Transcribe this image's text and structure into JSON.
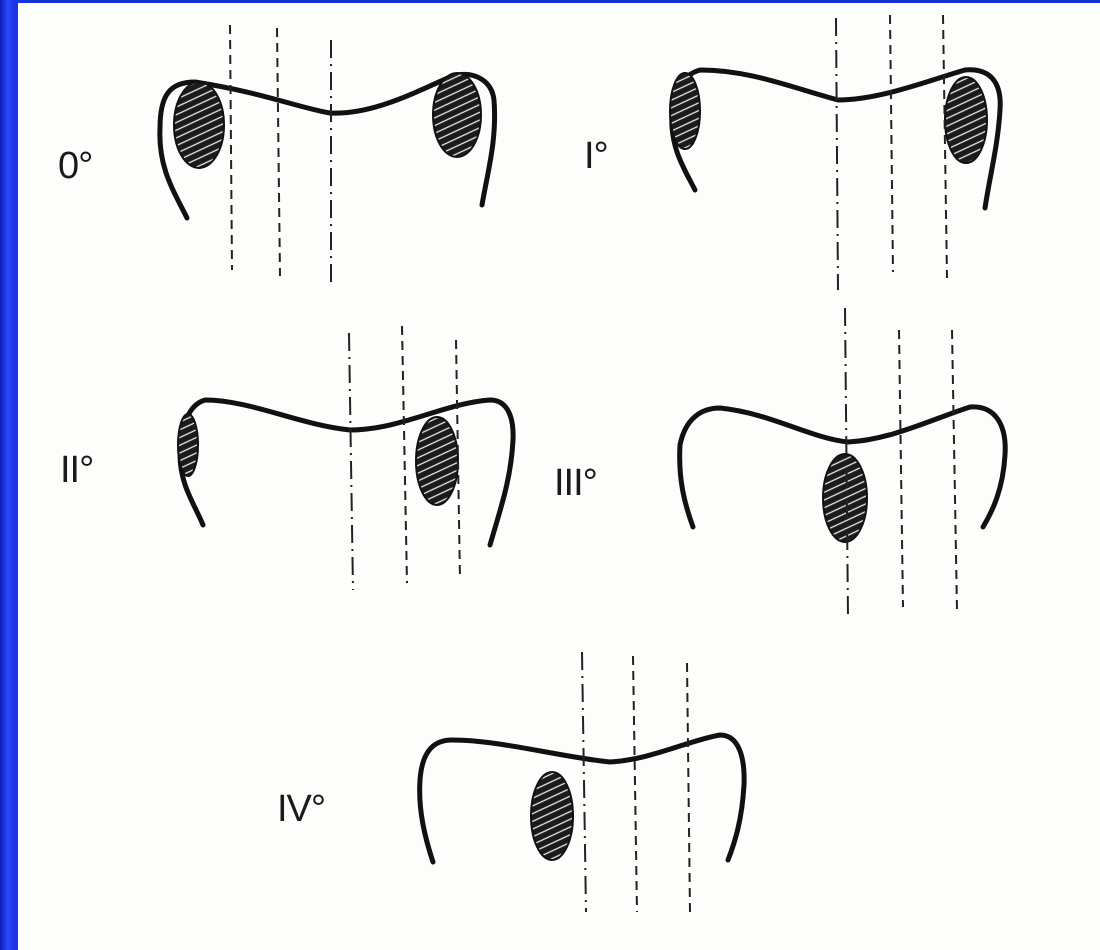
{
  "colors": {
    "slide_background": "#1630d8",
    "panel_background": "#fdfdfb",
    "ink": "#111111"
  },
  "icons": {
    "vertebra": "vertebra-outline-icon",
    "pedicle": "hatched-pedicle-icon",
    "reference_lines": "dashed-reference-line-icon"
  },
  "grades": [
    {
      "label": "0°"
    },
    {
      "label": "I°"
    },
    {
      "label": "II°"
    },
    {
      "label": "III°"
    },
    {
      "label": "IV°"
    }
  ]
}
